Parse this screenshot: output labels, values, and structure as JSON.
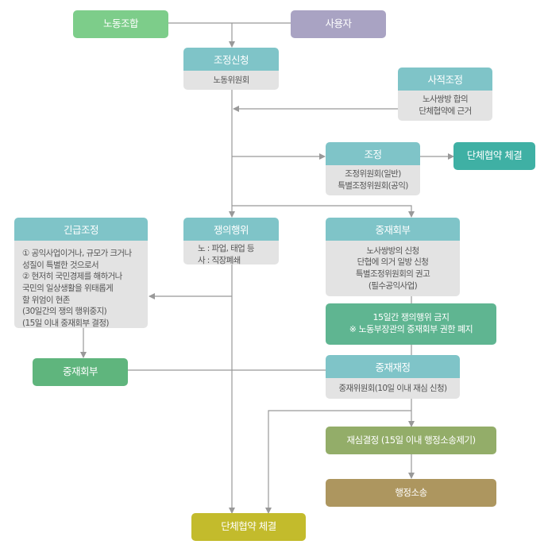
{
  "colors": {
    "union": "#7dcd8a",
    "employer": "#a9a3c3",
    "teal_header": "#7fc4c8",
    "gray_body": "#e3e3e3",
    "agreement_teal": "#3fb0a4",
    "green_mid": "#5fb591",
    "green_dark_strip": "#5bac8e",
    "olive_green": "#93ad69",
    "brown": "#ad965f",
    "yellow_olive": "#c3bb2c",
    "connector": "#999999"
  },
  "nodes": {
    "union": {
      "label": "노동조합"
    },
    "employer": {
      "label": "사용자"
    },
    "application": {
      "title": "조정신청",
      "lines": [
        "노동위원회"
      ]
    },
    "private_mediation": {
      "title": "사적조정",
      "lines": [
        "노사쌍방 합의",
        "단체협약에 근거"
      ]
    },
    "mediation": {
      "title": "조정",
      "lines": [
        "조정위원회(일반)",
        "특별조정위원회(공익)"
      ]
    },
    "agreement_right": {
      "label": "단체협약 체결"
    },
    "emergency": {
      "title": "긴급조정",
      "lines": [
        "① 공익사업이거나, 규모가 크거나",
        "성질이 특별한 것으로서",
        "② 현저히 국민경제를 해하거나",
        "국민의 일상생활을 위태롭게",
        "할 위엄이 현존",
        "(30일간의 쟁의 행위중지)",
        "(15일 이내 중재회부 결정)"
      ]
    },
    "dispute": {
      "title": "쟁의행위",
      "lines": [
        "노 : 파업, 태업 등",
        "사 : 직장폐쇄"
      ]
    },
    "arbitration_referral": {
      "title": "중재회부",
      "lines": [
        "노사쌍방의 신청",
        "단협에 의거 일방 신청",
        "특별조정위원회의 권고",
        "(필수공익사업)"
      ]
    },
    "prohibition": {
      "lines": [
        "15일간 쟁의행위 금지",
        "※ 노동부장관의 중재회부 권한 폐지"
      ]
    },
    "arbitration_left": {
      "label": "중재회부"
    },
    "arbitration_award": {
      "title": "중재재정",
      "lines": [
        "중재위원회(10일 이내 재심 신청)"
      ]
    },
    "review": {
      "label": "재심결정 (15일 이내 행정소송제기)"
    },
    "litigation": {
      "label": "행정소송"
    },
    "agreement_bottom": {
      "label": "단체협약 체결"
    }
  }
}
